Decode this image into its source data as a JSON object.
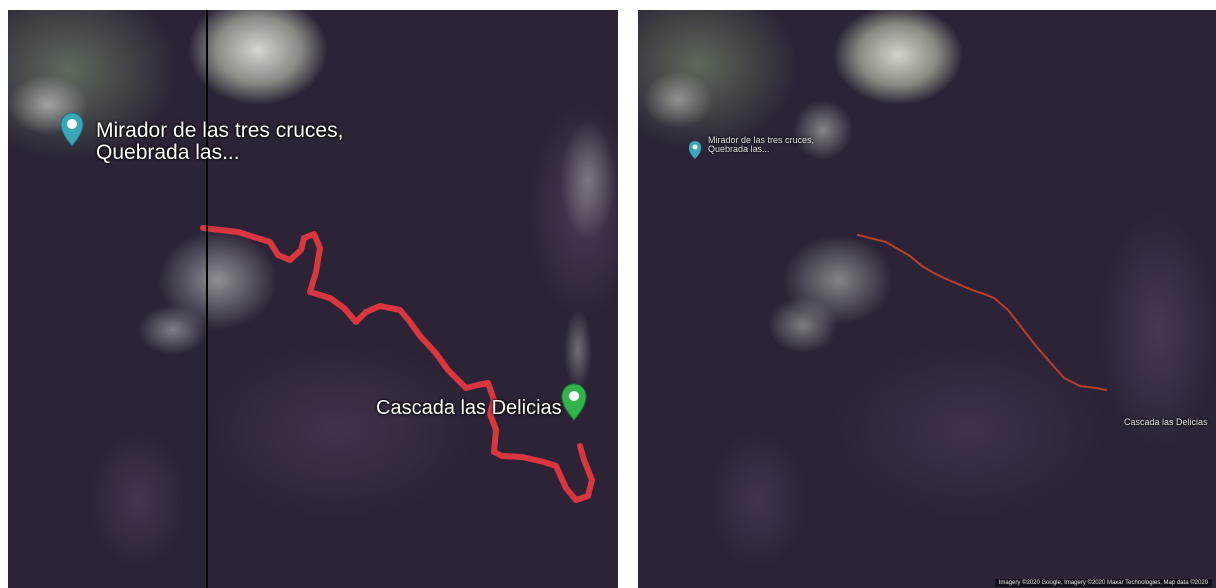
{
  "left_map": {
    "labels": {
      "mirador": "Mirador de las tres cruces, Quebrada las...",
      "cascada": "Cascada las Delicias"
    },
    "icons": {
      "mirador": "viewpoint-pin-icon",
      "cascada": "waterfall-pin-icon"
    },
    "route_color": "#d9363e"
  },
  "right_map": {
    "labels": {
      "mirador": "Mirador de las tres cruces, Quebrada las...",
      "cascada": "Cascada las Delicias"
    },
    "icons": {
      "mirador": "viewpoint-pin-icon"
    },
    "route_color": "#b8402a",
    "attribution": "Imagery ©2020 Google, Imagery ©2020 Maxar Technologies, Map data ©2020"
  },
  "colors": {
    "terrain": "#2c2336",
    "pin_teal": "#3aa7b8",
    "pin_green": "#33b34c"
  }
}
